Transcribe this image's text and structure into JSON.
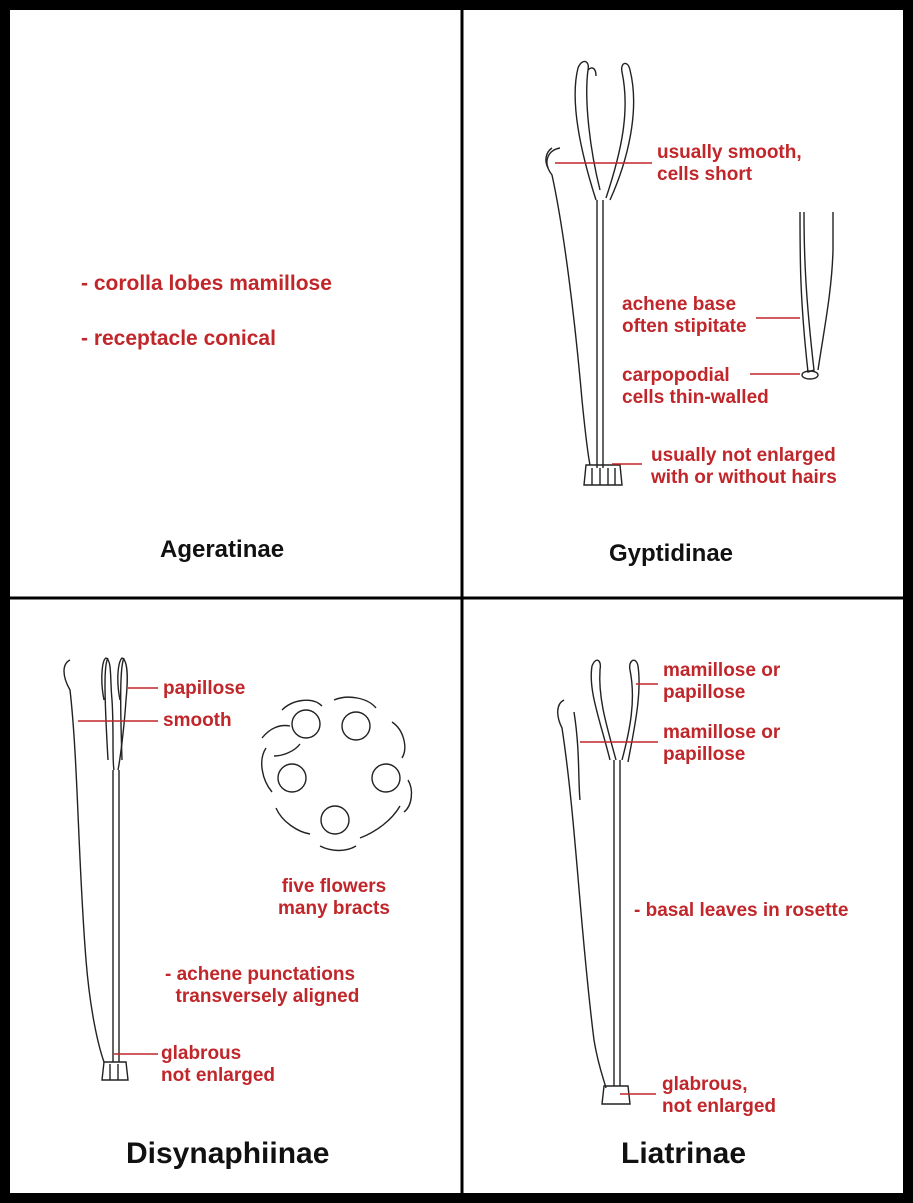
{
  "colors": {
    "label": "#c0262a",
    "title": "#111111",
    "border": "#000000",
    "line": "#222222"
  },
  "panels": {
    "ageratinae": {
      "title": "Ageratinae",
      "notes": [
        "- corolla lobes mamillose",
        "- receptacle conical"
      ]
    },
    "gyptidinae": {
      "title": "Gyptidinae",
      "style_branch": "usually smooth,\ncells short",
      "achene_base": "achene base\noften stipitate",
      "carpopodial": "carpopodial\ncells thin-walled",
      "collar": "usually not enlarged\nwith or without hairs"
    },
    "disynaphiinae": {
      "title": "Disynaphiinae",
      "appendage": "papillose",
      "branch": "smooth",
      "head": "five flowers\nmany bracts",
      "achene": "- achene punctations\n  transversely aligned",
      "base": "glabrous\nnot enlarged"
    },
    "liatrinae": {
      "title": "Liatrinae",
      "appendage": "mamillose or\npapillose",
      "branch": "mamillose or\npapillose",
      "leaves": "- basal leaves in rosette",
      "base": "glabrous,\nnot enlarged"
    }
  }
}
